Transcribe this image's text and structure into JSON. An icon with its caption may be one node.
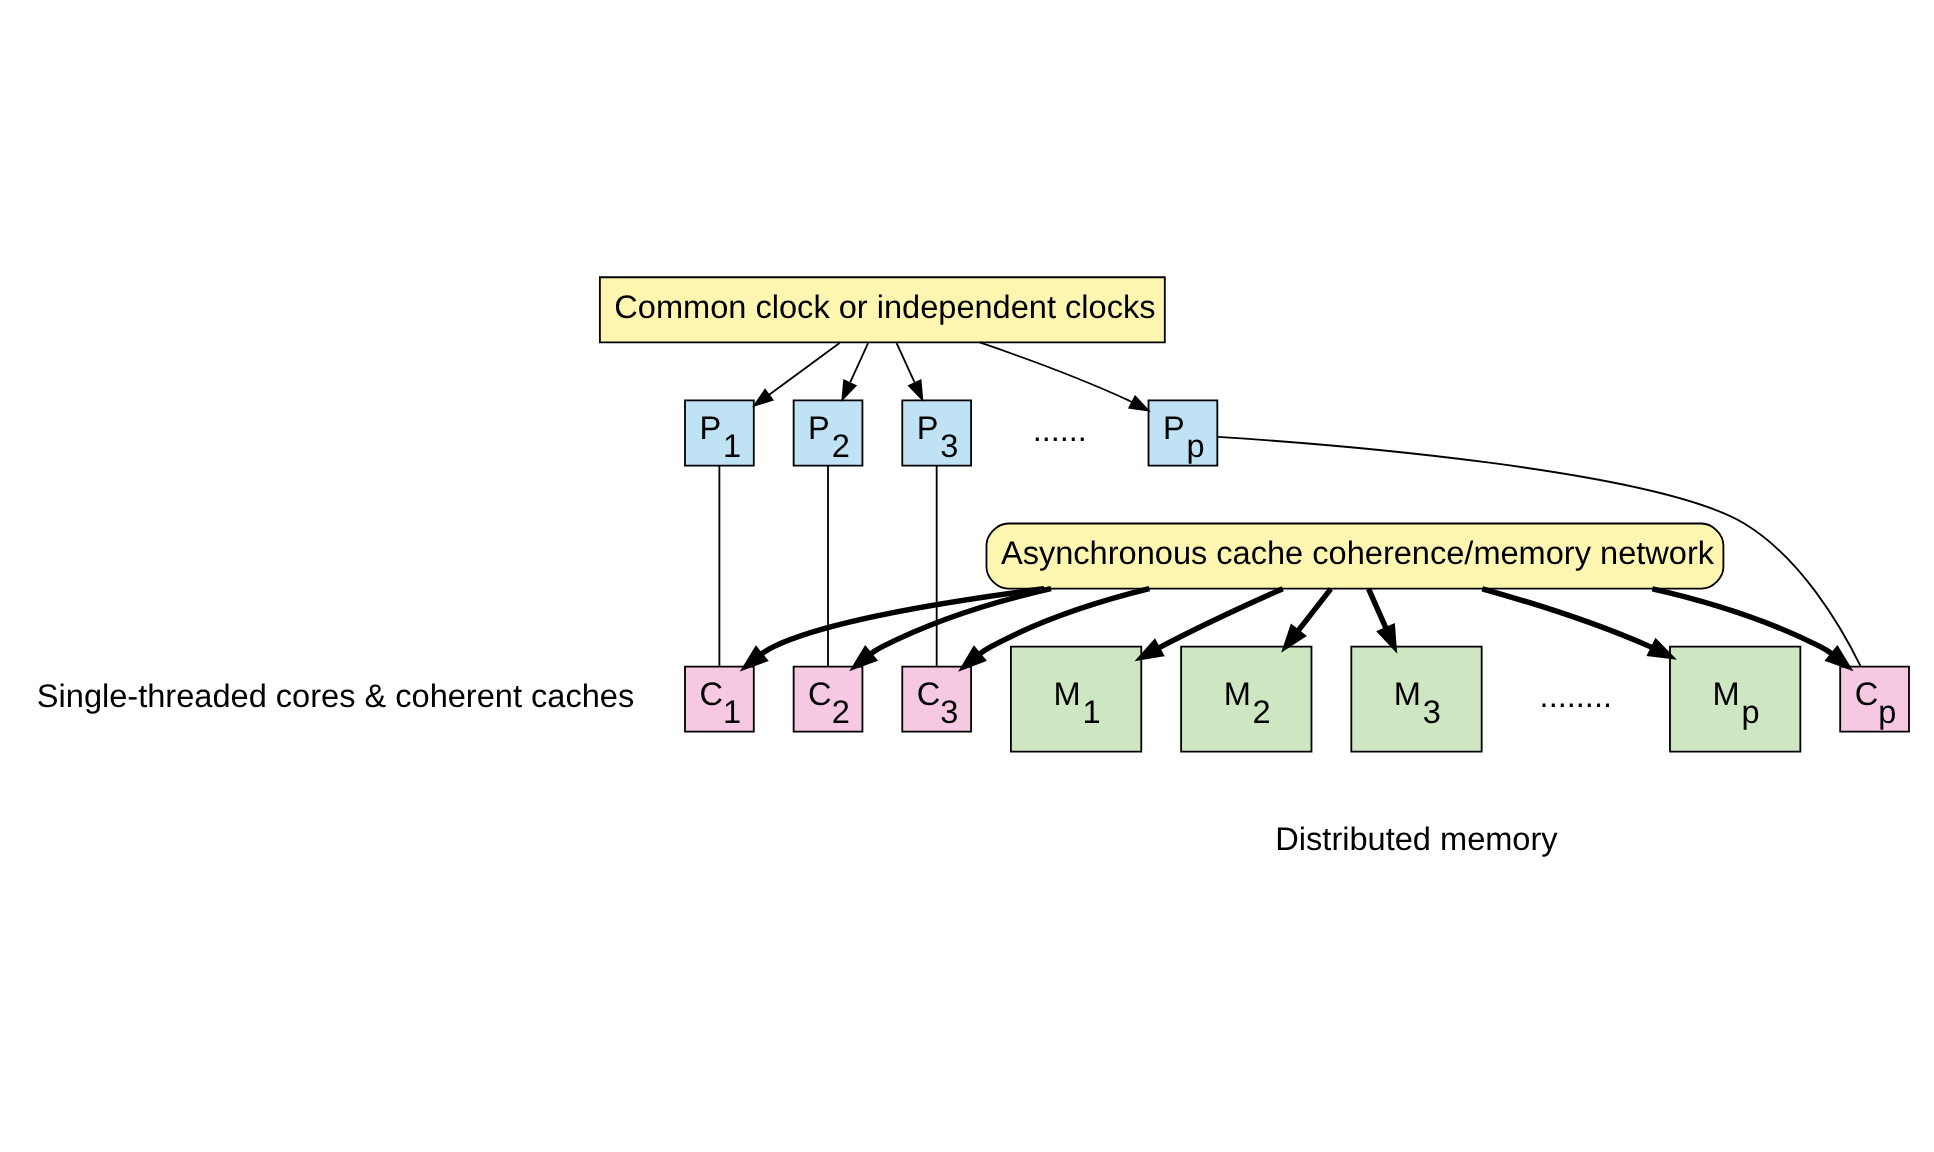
{
  "diagram": {
    "nodes": [
      {
        "text": [
          "Common clock or independent clocks"
        ]
      },
      {
        "text": [
          "P$_{1}$"
        ]
      },
      {
        "text": [
          "C$_{1}$"
        ]
      },
      {
        "text": [
          "P$_{2}$"
        ]
      },
      {
        "text": [
          "C$_{2}$"
        ]
      },
      {
        "text": [
          "P$_{3}$"
        ]
      },
      {
        "text": [
          "C$_{3}$"
        ]
      },
      {
        "text": [
          "P$_{p}$"
        ]
      },
      {
        "text": [
          "C$_{p}$"
        ]
      },
      {
        "text": [
          "Asynchronous cache coherence/memory network"
        ]
      },
      {
        "text": [
          "M$_{1}$"
        ]
      },
      {
        "text": [
          "M$_{2}$"
        ]
      },
      {
        "text": [
          "M$_{3}$"
        ]
      },
      {
        "text": [
          "M$_{p}$"
        ]
      }
    ],
    "edges": [
      {
        "from": 0,
        "to": 1,
        "arrow": "to"
      },
      {
        "from": 0,
        "to": 3,
        "arrow": "to"
      },
      {
        "from": 0,
        "to": 5,
        "arrow": "to"
      },
      {
        "from": 0,
        "to": 7,
        "arrow": "to"
      },
      {
        "from": 1,
        "to": 2,
        "arrow": "none"
      },
      {
        "from": 3,
        "to": 4,
        "arrow": "none"
      },
      {
        "from": 5,
        "to": 6,
        "arrow": "none"
      },
      {
        "from": 7,
        "to": 8,
        "arrow": "none"
      },
      {
        "from": 9,
        "to": 2,
        "arrow": "to",
        "style": "thick"
      },
      {
        "from": 9,
        "to": 4,
        "arrow": "to",
        "style": "thick"
      },
      {
        "from": 9,
        "to": 6,
        "arrow": "to",
        "style": "thick"
      },
      {
        "from": 9,
        "to": 8,
        "arrow": "to",
        "style": "thick"
      },
      {
        "from": 9,
        "to": 10,
        "arrow": "to",
        "style": "thick"
      },
      {
        "from": 9,
        "to": 11,
        "arrow": "to",
        "style": "thick"
      },
      {
        "from": 9,
        "to": 12,
        "arrow": "to",
        "style": "thick"
      },
      {
        "from": 9,
        "to": 13,
        "arrow": "to",
        "style": "thick"
      }
    ],
    "labels": [
      "Single-threaded cores & coherent caches",
      "......",
      "........",
      "Distributed memory"
    ]
  }
}
